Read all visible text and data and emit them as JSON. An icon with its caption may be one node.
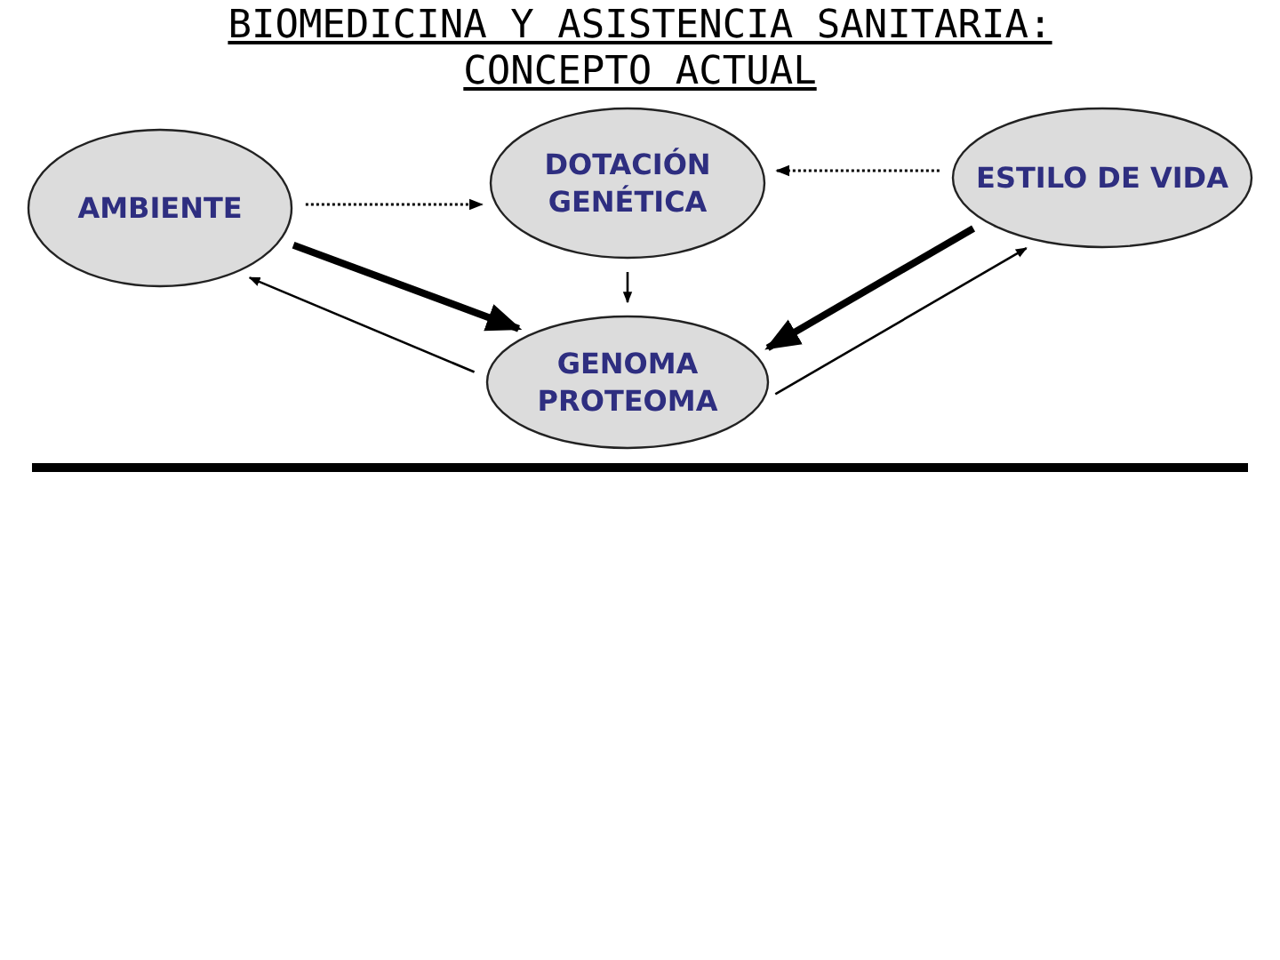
{
  "diagram": {
    "title": "BIOMEDICINA Y ASISTENCIA SANITARIA: CONCEPTO ACTUAL",
    "nodes": [
      {
        "text": [
          "AMBIENTE"
        ]
      },
      {
        "text": [
          "DOTACIÓN GENÉTICA"
        ]
      },
      {
        "text": [
          "ESTILO DE VIDA"
        ]
      },
      {
        "text": [
          "GENOMA PROTEOMA"
        ]
      }
    ],
    "edges": [
      {
        "from": 0,
        "to": 1,
        "arrow": "to",
        "style": "dashed"
      },
      {
        "from": 2,
        "to": 1,
        "arrow": "to",
        "style": "dashed"
      },
      {
        "from": 1,
        "to": 3,
        "arrow": "to"
      },
      {
        "from": 0,
        "to": 3,
        "arrow": "to",
        "style": "thick"
      },
      {
        "from": 3,
        "to": 0,
        "arrow": "to"
      },
      {
        "from": 2,
        "to": 3,
        "arrow": "to",
        "style": "thick"
      },
      {
        "from": 3,
        "to": 2,
        "arrow": "to"
      }
    ]
  }
}
